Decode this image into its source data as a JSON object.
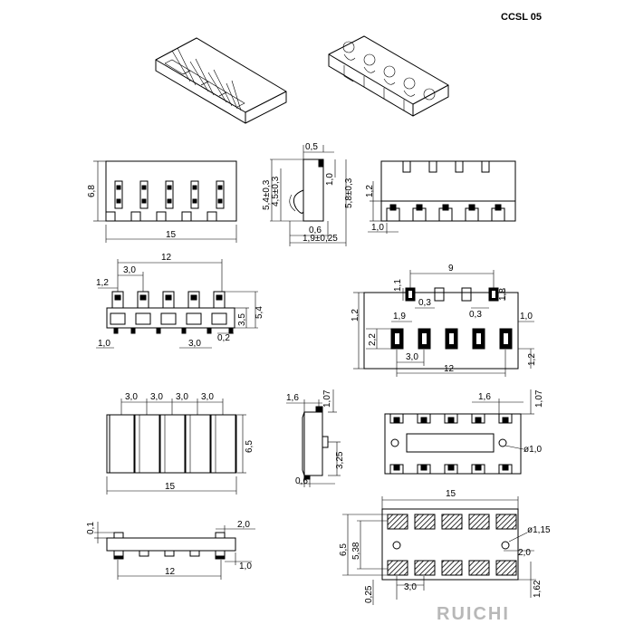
{
  "model": "CCSL 05",
  "brand": "RUICHI",
  "views": {
    "front": {
      "height": "6,8",
      "width": "15"
    },
    "side": {
      "top": "0,5",
      "a": "5,4±0,3",
      "b": "4,5±0,3",
      "c": "1,0",
      "d": "5,8±0,3",
      "e": "0,6",
      "f": "1,9±0,25"
    },
    "back": {
      "h": "1,2",
      "w": "1,0"
    },
    "pins": {
      "top": "12",
      "pitch": "3,0",
      "a": "1,2",
      "b": "5,4",
      "c": "3,5",
      "d": "0,2",
      "e": "1,0",
      "f": "3,0"
    },
    "footprint": {
      "top": "9",
      "a": "1,1",
      "b": "1,8",
      "c": "0,3",
      "d": "0,3",
      "e": "1,9",
      "f": "1,2",
      "g": "1,0",
      "h": "2,2",
      "i": "3,0",
      "j": "12",
      "k": "1,2"
    },
    "topview": {
      "p1": "3,0",
      "p2": "3,0",
      "p3": "3,0",
      "p4": "3,0",
      "height": "6,5",
      "width": "15"
    },
    "side2": {
      "a": "1,6",
      "b": "1,07",
      "c": "3,25",
      "d": "0,6"
    },
    "bottom": {
      "a": "1,6",
      "b": "1,07",
      "hole": "ø1,0"
    },
    "lowside": {
      "a": "0,1",
      "b": "2,0",
      "c": "1,0",
      "d": "12"
    },
    "pad": {
      "top": "15",
      "hole": "ø1,15",
      "a": "6,5",
      "b": "5,38",
      "c": "2,0",
      "d": "0,25",
      "e": "3,0",
      "f": "1,62"
    }
  }
}
